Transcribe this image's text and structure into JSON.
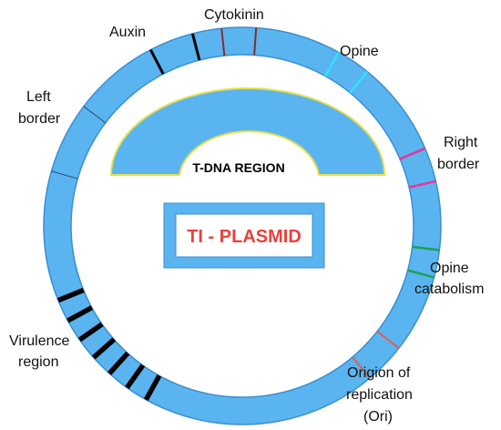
{
  "colors": {
    "ring": "#5ab4f0",
    "ring_edge": "#3a8fd0",
    "tdna_edge": "#e6e04a",
    "auxin": "#000000",
    "cytokinin": "#8b2a2a",
    "opine": "#33e0ff",
    "right_border": "#e6359a",
    "opine_catabolism": "#1aa34a",
    "ori": "#e85c4a",
    "left_border": "#2a4a70",
    "virulence": "#000000",
    "plasmid_text": "#e8403c"
  },
  "labels": {
    "cytokinin": "Cytokinin",
    "auxin": "Auxin",
    "opine": "Opine",
    "left_border_1": "Left",
    "left_border_2": "border",
    "right_border_1": "Right",
    "right_border_2": "border",
    "opine_catabolism_1": "Opine",
    "opine_catabolism_2": "catabolism",
    "virulence_1": "Virulence",
    "virulence_2": "region",
    "ori_1": "Origion of",
    "ori_2": "replication",
    "ori_3": "(Ori)",
    "tdna_region": "T-DNA REGION",
    "ti_plasmid": "TI - PLASMID"
  }
}
